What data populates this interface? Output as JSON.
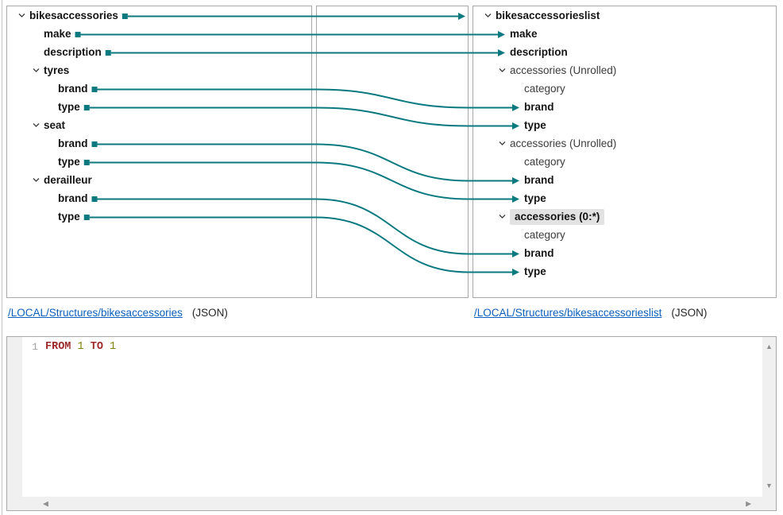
{
  "colors": {
    "mapping_teal": "#0b7a80",
    "panel_border": "#a8a8a8",
    "link_blue": "#0b5fbd",
    "keyword_red": "#9e2a2b",
    "number_olive": "#7f7f00",
    "highlight_gray": "#e2e2e2"
  },
  "source_tree": {
    "rows": [
      {
        "label": "bikesaccessories",
        "level": 0,
        "chevron": true,
        "bold": true
      },
      {
        "label": "make",
        "level": 1,
        "chevron": false,
        "bold": true
      },
      {
        "label": "description",
        "level": 1,
        "chevron": false,
        "bold": true
      },
      {
        "label": "tyres",
        "level": 1,
        "chevron": true,
        "bold": true
      },
      {
        "label": "brand",
        "level": 2,
        "chevron": false,
        "bold": true
      },
      {
        "label": "type",
        "level": 2,
        "chevron": false,
        "bold": true
      },
      {
        "label": "seat",
        "level": 1,
        "chevron": true,
        "bold": true
      },
      {
        "label": "brand",
        "level": 2,
        "chevron": false,
        "bold": true
      },
      {
        "label": "type",
        "level": 2,
        "chevron": false,
        "bold": true
      },
      {
        "label": "derailleur",
        "level": 1,
        "chevron": true,
        "bold": true
      },
      {
        "label": "brand",
        "level": 2,
        "chevron": false,
        "bold": true
      },
      {
        "label": "type",
        "level": 2,
        "chevron": false,
        "bold": true
      }
    ]
  },
  "target_tree": {
    "rows": [
      {
        "label": "bikesaccessorieslist",
        "level": 0,
        "chevron": true,
        "bold": true,
        "highlighted": false
      },
      {
        "label": "make",
        "level": 1,
        "chevron": false,
        "bold": true,
        "highlighted": false
      },
      {
        "label": "description",
        "level": 1,
        "chevron": false,
        "bold": true,
        "highlighted": false
      },
      {
        "label": "accessories (Unrolled)",
        "level": 1,
        "chevron": true,
        "bold": false,
        "highlighted": false
      },
      {
        "label": "category",
        "level": 2,
        "chevron": false,
        "bold": false,
        "highlighted": false
      },
      {
        "label": "brand",
        "level": 2,
        "chevron": false,
        "bold": true,
        "highlighted": false
      },
      {
        "label": "type",
        "level": 2,
        "chevron": false,
        "bold": true,
        "highlighted": false
      },
      {
        "label": "accessories (Unrolled)",
        "level": 1,
        "chevron": true,
        "bold": false,
        "highlighted": false
      },
      {
        "label": "category",
        "level": 2,
        "chevron": false,
        "bold": false,
        "highlighted": false
      },
      {
        "label": "brand",
        "level": 2,
        "chevron": false,
        "bold": true,
        "highlighted": false
      },
      {
        "label": "type",
        "level": 2,
        "chevron": false,
        "bold": true,
        "highlighted": false
      },
      {
        "label": "accessories (0:*)",
        "level": 1,
        "chevron": true,
        "bold": true,
        "highlighted": true
      },
      {
        "label": "category",
        "level": 2,
        "chevron": false,
        "bold": false,
        "highlighted": false
      },
      {
        "label": "brand",
        "level": 2,
        "chevron": false,
        "bold": true,
        "highlighted": false
      },
      {
        "label": "type",
        "level": 2,
        "chevron": false,
        "bold": true,
        "highlighted": false
      }
    ]
  },
  "mappings": [
    {
      "from": 0,
      "to": null
    },
    {
      "from": 1,
      "to": 1
    },
    {
      "from": 2,
      "to": 2
    },
    {
      "from": 4,
      "to": 5
    },
    {
      "from": 5,
      "to": 6
    },
    {
      "from": 7,
      "to": 9
    },
    {
      "from": 8,
      "to": 10
    },
    {
      "from": 10,
      "to": 13
    },
    {
      "from": 11,
      "to": 14
    }
  ],
  "source_link": {
    "path": "/LOCAL/Structures/bikesaccessories",
    "format": "(JSON)"
  },
  "target_link": {
    "path": "/LOCAL/Structures/bikesaccessorieslist",
    "format": "(JSON)"
  },
  "editor": {
    "line_number": "1",
    "tokens": [
      {
        "text": "FROM",
        "type": "keyword"
      },
      {
        "text": "1",
        "type": "number"
      },
      {
        "text": "TO",
        "type": "keyword"
      },
      {
        "text": "1",
        "type": "number"
      }
    ]
  }
}
